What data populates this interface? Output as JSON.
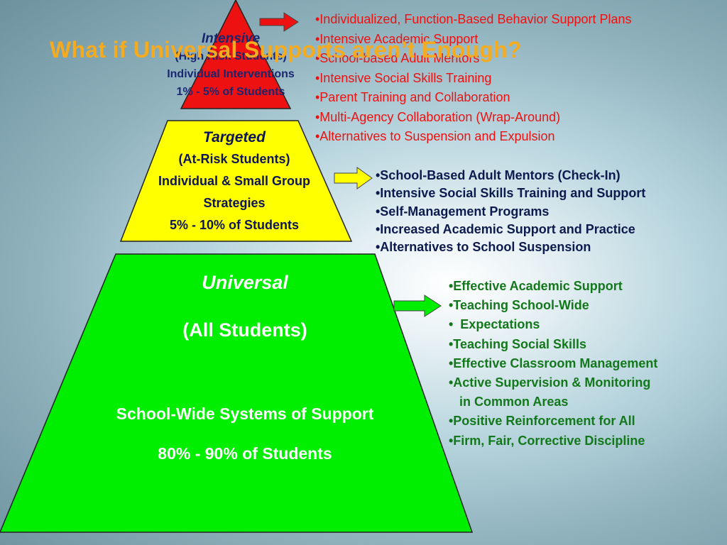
{
  "title": "What if Universal Supports aren’t Enough?",
  "tiers": {
    "intensive": {
      "name": "Intensive",
      "group": "(High Risk Students)",
      "strategy": "Individual Interventions",
      "percent": "1% - 5% of Students",
      "color": "#ee1111",
      "items": [
        "•Individualized, Function-Based Behavior Support Plans",
        "•Intensive Academic Support",
        "•School-based Adult Mentors",
        "•Intensive Social Skills Training",
        "•Parent Training and Collaboration",
        "•Multi-Agency Collaboration (Wrap-Around)",
        "•Alternatives to Suspension and Expulsion"
      ]
    },
    "targeted": {
      "name": "Targeted",
      "group": "(At-Risk Students)",
      "strategy_line1": "Individual & Small Group",
      "strategy_line2": "Strategies",
      "percent": "5% - 10% of Students",
      "color": "#ffff00",
      "items": [
        "•School-Based Adult Mentors (Check-In)",
        "•Intensive Social Skills Training and Support",
        "•Self-Management Programs",
        "•Increased Academic Support and Practice",
        "•Alternatives to School Suspension"
      ]
    },
    "universal": {
      "name": "Universal",
      "group": "(All Students)",
      "system": "School-Wide Systems of Support",
      "percent": "80% - 90% of Students",
      "color": "#00ee00",
      "items": [
        "•Effective Academic Support",
        "•Teaching School-Wide",
        "•  Expectations",
        "•Teaching Social Skills",
        "•Effective Classroom Management",
        "•Active Supervision & Monitoring",
        "   in Common Areas",
        "•Positive Reinforcement for All",
        "•Firm, Fair, Corrective Discipline"
      ]
    }
  }
}
